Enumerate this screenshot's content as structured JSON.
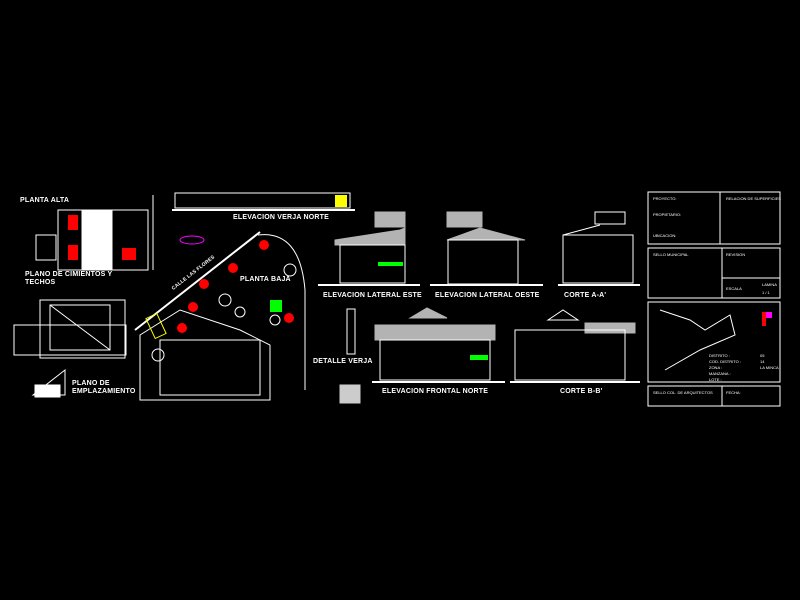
{
  "drawing": {
    "labels": {
      "planta_alta": "PLANTA ALTA",
      "elevacion_verja_norte": "ELEVACION VERJA NORTE",
      "plano_cimientos": "PLANO DE CIMIENTOS Y TECHOS",
      "planta_baja": "PLANTA BAJA",
      "plano_emplazamiento": "PLANO DE EMPLAZAMIENTO",
      "elevacion_lateral_este": "ELEVACION LATERAL ESTE",
      "elevacion_lateral_oeste": "ELEVACION LATERAL OESTE",
      "corte_aa": "CORTE A-A'",
      "detalle_verja": "DETALLE VERJA",
      "elevacion_frontal_norte": "ELEVACION FRONTAL NORTE",
      "corte_bb": "CORTE B-B'",
      "calle": "CALLE LAS FLORES"
    },
    "title_block": {
      "proyecto": "PROYECTO:",
      "propietario": "PROPIETARIO:",
      "ubicacion": "UBICACION:",
      "relacion": "RELACION DE SUPERFICIES",
      "sello_municipal": "SELLO MUNICIPAL",
      "revision": "REVISION",
      "escala": "ESCALA",
      "lamina": "LAMINA",
      "lamina_num": "1 / 1",
      "distrito": "DISTRITO :",
      "distrito_val": "05",
      "cod_distrito": "COD. DISTRITO :",
      "cod_val": "14",
      "zona": "ZONA :",
      "zona_val": "LA MINCA",
      "manzana": "MANZANA :",
      "lote": "LOTE :",
      "sello_colegio": "SELLO COL. DE ARQUITECTOS",
      "fecha": "FECHA:"
    },
    "colors": {
      "background": "#000000",
      "line": "#ffffff",
      "accent_red": "#ff0000",
      "accent_yellow": "#ffff00",
      "accent_green": "#00ff00",
      "accent_magenta": "#ff00ff"
    }
  }
}
